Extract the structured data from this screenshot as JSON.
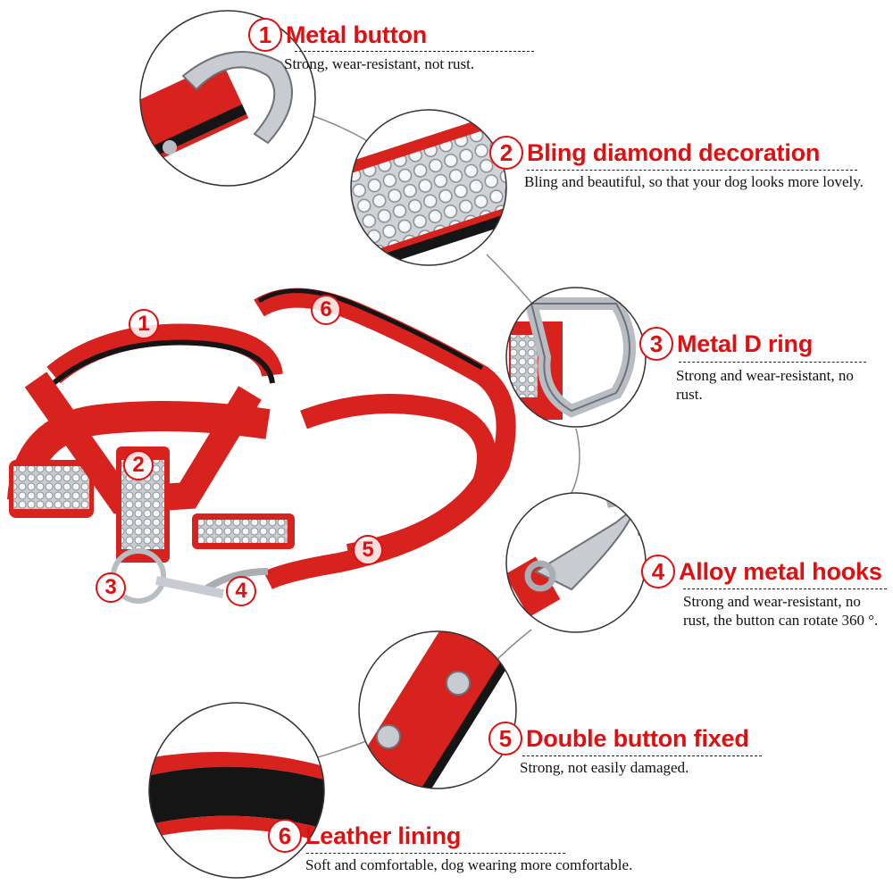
{
  "features": [
    {
      "number": "1",
      "title": "Metal button",
      "description": "Strong, wear-resistant, not rust."
    },
    {
      "number": "2",
      "title": "Bling diamond decoration",
      "description": "Bling and beautiful, so that your dog looks more lovely."
    },
    {
      "number": "3",
      "title": "Metal D ring",
      "description": "Strong and wear-resistant, no rust."
    },
    {
      "number": "4",
      "title": "Alloy metal hooks",
      "description": "Strong and wear-resistant, no rust, the button can rotate 360 °."
    },
    {
      "number": "5",
      "title": "Double button fixed",
      "description": "Strong, not easily damaged."
    },
    {
      "number": "6",
      "title": "Leather lining",
      "description": "Soft and comfortable, dog wearing more comfortable."
    }
  ],
  "product_markers": [
    "1",
    "2",
    "3",
    "4",
    "5",
    "6"
  ],
  "colors": {
    "accent": "#e01010",
    "suede_red": "#d8221e",
    "lining_black": "#151515",
    "metal": "#c8ccd2"
  }
}
